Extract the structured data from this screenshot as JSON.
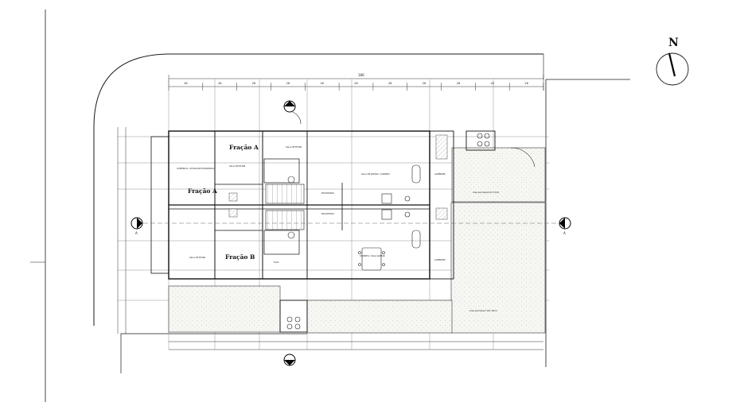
{
  "north_label": "N",
  "units": {
    "fracao_a_top": "Fração A",
    "fracao_a_left": "Fração A",
    "fracao_b": "Fração B"
  },
  "rooms": {
    "comercio": "COMÉRCIO / ATIVIDADE ECONÓMICA",
    "sala_estar_a": "SALA DE ESTAR",
    "sala_estar_top": "SALA DE ESTAR",
    "sala_jantar": "SALA DE JANTAR / COZINHA",
    "alpendre_top": "ALPENDRE",
    "alpendre_bottom": "ALPENDRE",
    "sala_estar_b": "SALA DE ESTAR",
    "cozinha_b": "COZINHA / SALA JANTAR",
    "hall": "HALL",
    "escritorio_1": "ESCRITÓRIO",
    "escritorio_2": "ESCRITÓRIO",
    "area_permeavel_top": "Área permeável 61.72m2",
    "area_permeavel_bottom": "Área permeável 161.34m2"
  },
  "dimensions_top": [
    "28",
    "28",
    "26",
    "28",
    "26",
    "26",
    "28",
    "26",
    "26",
    "28",
    "26"
  ],
  "total_top": "186",
  "section_marker": "A",
  "section_marker_right": "A",
  "colors": {
    "line": "#1a1a1a",
    "hatch": "#c8c8c8",
    "garden_fill": "#f4f4f2",
    "accent": "#000000"
  }
}
